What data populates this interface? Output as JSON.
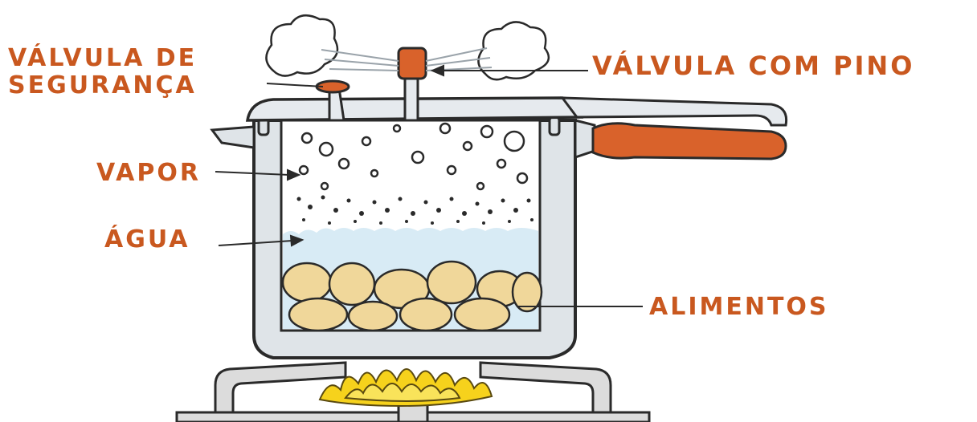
{
  "labels": {
    "safety_valve_line1": "VÁLVULA DE",
    "safety_valve_line2": "SEGURANÇA",
    "pin_valve": "VÁLVULA COM PINO",
    "steam": "VAPOR",
    "water": "ÁGUA",
    "food": "ALIMENTOS"
  },
  "colors": {
    "label": "#c9581f",
    "handle": "#d9622b",
    "pot": "#dfe4e8",
    "water": "#d8ebf5",
    "food": "#f0d79a",
    "flame": "#f6d21c",
    "stove": "#dcdcdc",
    "outline": "#2a2a2a"
  }
}
